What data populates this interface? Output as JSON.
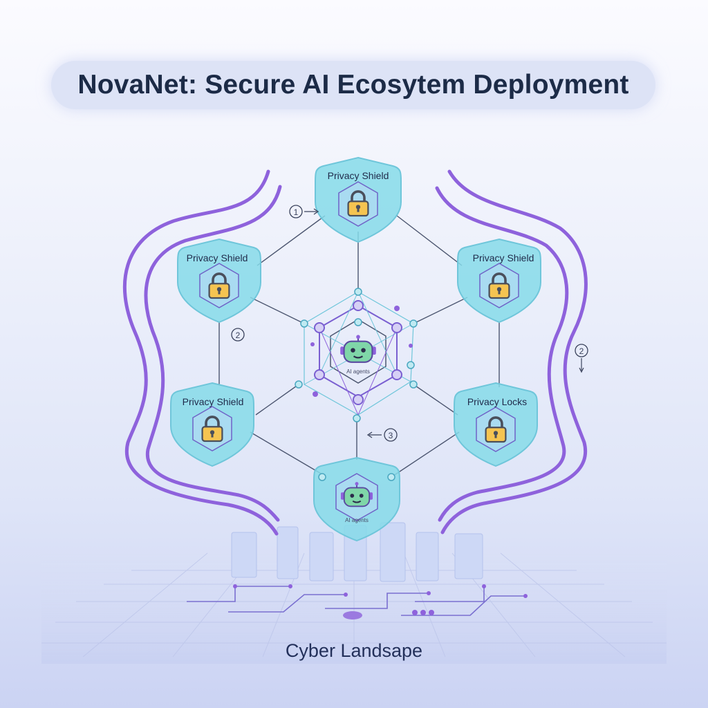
{
  "title": "NovaNet: Secure AI Ecosytem Deployment",
  "footer_label": "Cyber Landsape",
  "colors": {
    "accent_purple": "#8e62dc",
    "shield_fill": "#86dae9",
    "shield_stroke": "#6fc6da",
    "lock_gold": "#f5c451",
    "line": "#4c5670"
  },
  "nodes": [
    {
      "id": "top",
      "label": "Privacy Shield",
      "icon": "lock-icon"
    },
    {
      "id": "left-upper",
      "label": "Privacy Shield",
      "icon": "lock-icon"
    },
    {
      "id": "right-upper",
      "label": "Privacy Shield",
      "icon": "lock-icon"
    },
    {
      "id": "left-lower",
      "label": "Privacy Shield",
      "icon": "lock-icon"
    },
    {
      "id": "right-lower",
      "label": "Privacy Locks",
      "icon": "lock-icon"
    },
    {
      "id": "bottom",
      "label": "AI agents",
      "icon": "robot-icon"
    }
  ],
  "center": {
    "label": "AI agents",
    "icon": "robot-icon"
  },
  "step_markers": [
    {
      "id": "step-1-top",
      "text": "1"
    },
    {
      "id": "step-2-left",
      "text": "2"
    },
    {
      "id": "step-2-right",
      "text": "2"
    },
    {
      "id": "step-3-center",
      "text": "3"
    }
  ]
}
